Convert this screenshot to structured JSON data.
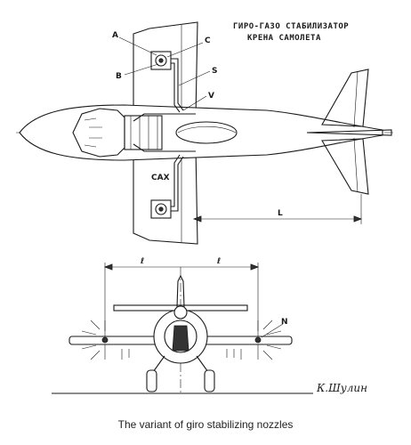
{
  "title_line1": "ГИРО-ГАЗО СТАБИЛИЗАТОР",
  "title_line2": "КРЕНА САМОЛЕТА",
  "labels": {
    "A": "A",
    "B": "B",
    "C": "C",
    "S": "S",
    "V": "V",
    "CAX": "CAX",
    "L": "L",
    "N": "N",
    "l_left": "ℓ",
    "l_right": "ℓ"
  },
  "signature": "К.Шулин",
  "caption": "The variant of giro stabilizing nozzles"
}
